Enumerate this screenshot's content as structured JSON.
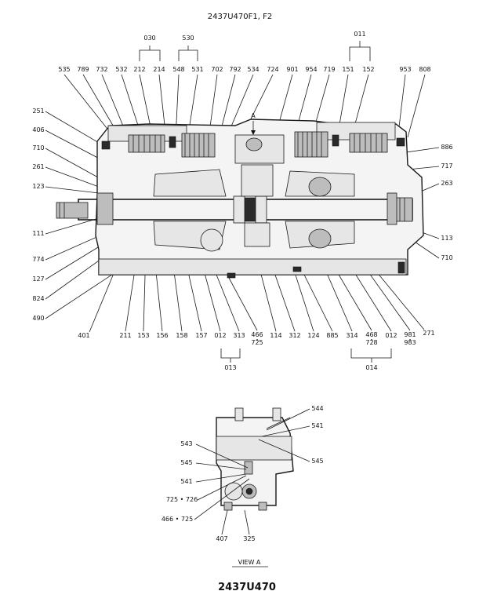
{
  "header": {
    "title": "2437U470F1, F2"
  },
  "footer": {
    "title": "2437U470"
  },
  "view_a_caption": "VIEW   A",
  "top_group_labels": [
    "030",
    "530",
    "011"
  ],
  "bottom_group_labels": [
    "013",
    "014"
  ],
  "section_marker": "A",
  "top_labels": [
    "535",
    "789",
    "732",
    "532",
    "212",
    "214",
    "548",
    "531",
    "702",
    "792",
    "534",
    "724",
    "901",
    "954",
    "719",
    "151",
    "152",
    "953",
    "808"
  ],
  "left_labels": [
    "251",
    "406",
    "710",
    "261",
    "123",
    "111",
    "774",
    "127",
    "824",
    "490"
  ],
  "right_labels": [
    "886",
    "717",
    "263",
    "113",
    "710"
  ],
  "bottom_labels": [
    "401",
    "211",
    "153",
    "156",
    "158",
    "157",
    "012",
    "313",
    "466",
    "725",
    "114",
    "312",
    "124",
    "885",
    "314",
    "468",
    "728",
    "012",
    "981",
    "983",
    "271"
  ],
  "view_a_labels": [
    "544",
    "541",
    "543",
    "545",
    "545",
    "541",
    "725 • 726",
    "466 • 725",
    "407",
    "325"
  ]
}
